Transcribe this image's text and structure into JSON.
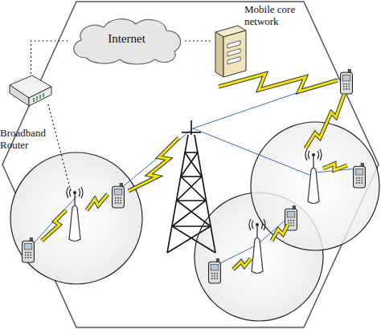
{
  "diagram": {
    "nodes": [
      {
        "text": [
          "Internet"
        ]
      },
      {
        "text": [
          "Mobile core network"
        ]
      },
      {
        "text": [
          "Broadband Router"
        ]
      }
    ],
    "edges": [
      {
        "from": 2,
        "to": 0,
        "arrow": "none"
      },
      {
        "from": 0,
        "to": 1,
        "arrow": "none"
      }
    ]
  }
}
